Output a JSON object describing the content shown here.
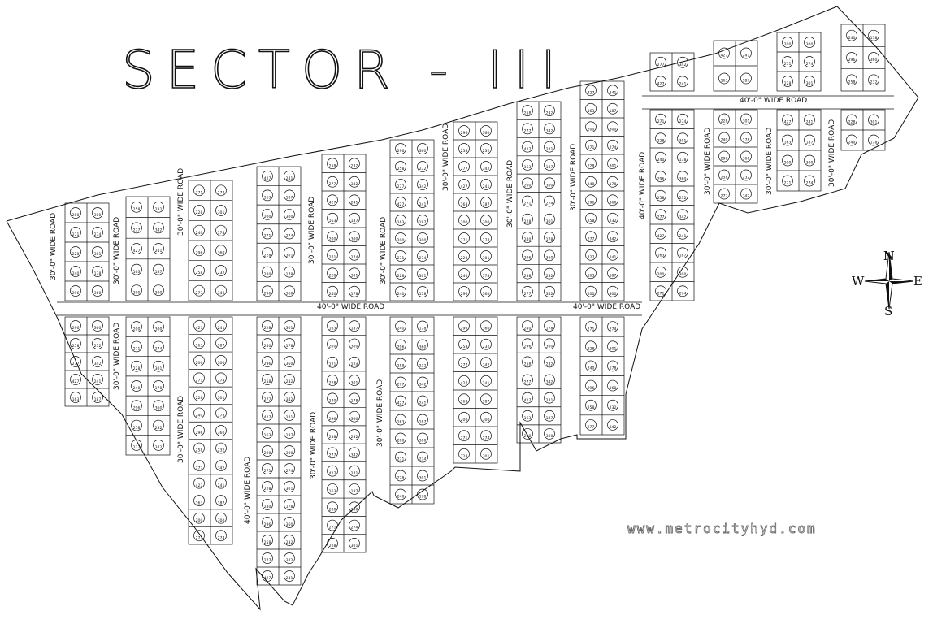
{
  "title": "SECTOR - III",
  "watermark": "www.metrocityhyd.com",
  "compass": {
    "n": "N",
    "s": "S",
    "e": "E",
    "w": "W"
  },
  "roads": {
    "r30": "30'-0\" WIDE ROAD",
    "r40": "40'-0\" WIDE ROAD"
  },
  "plot_area_labels": [
    "200",
    "300",
    "271",
    "274",
    "228",
    "301",
    "240",
    "178",
    "296",
    "360",
    "258",
    "232",
    "277",
    "342",
    "427",
    "241",
    "163",
    "187"
  ],
  "colors": {
    "line": "#111111",
    "watermark": "#666666",
    "background": "#ffffff"
  }
}
